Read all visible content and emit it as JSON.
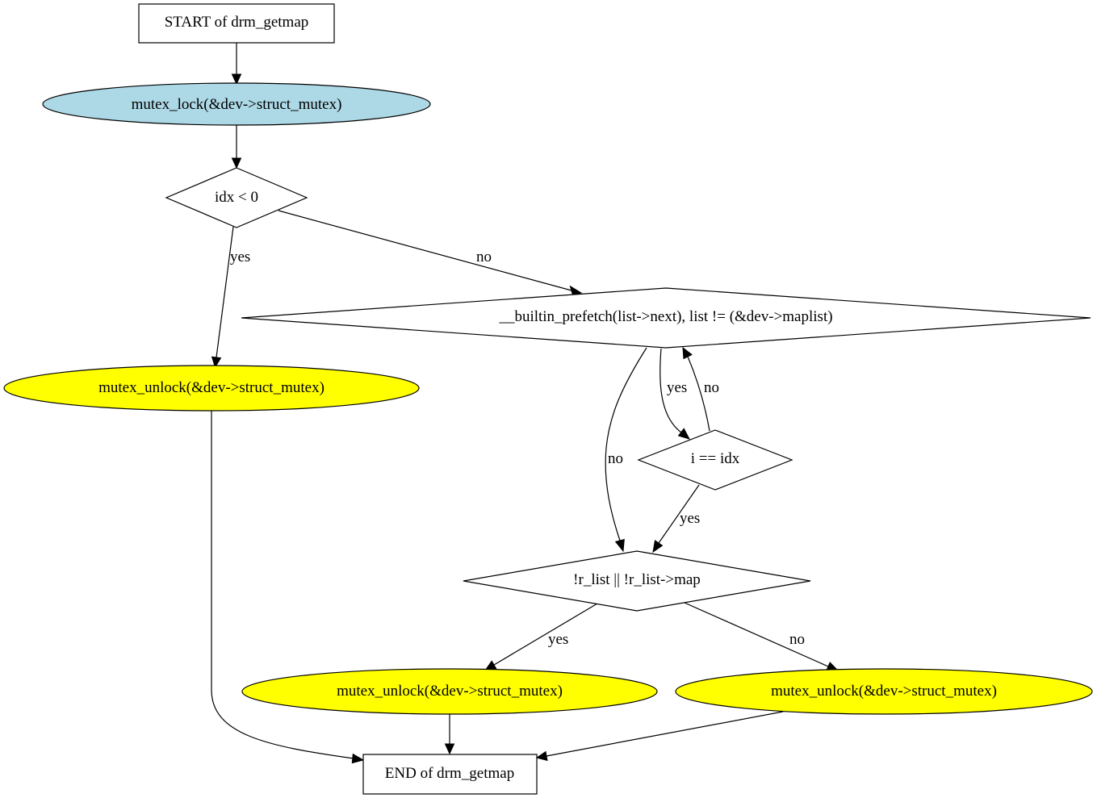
{
  "diagram": {
    "colors": {
      "lock_fill": "#add8e6",
      "unlock_fill": "#ffff00",
      "box_fill": "#ffffff",
      "stroke": "#000000"
    },
    "nodes": {
      "start": {
        "label": "START of drm_getmap",
        "shape": "box"
      },
      "lock": {
        "label": "mutex_lock(&dev->struct_mutex)",
        "shape": "ellipse",
        "fill": "lock_fill"
      },
      "cond_idx": {
        "label": "idx < 0",
        "shape": "diamond"
      },
      "cond_prefetch": {
        "label": "__builtin_prefetch(list->next), list != (&dev->maplist)",
        "shape": "diamond"
      },
      "unlock_1": {
        "label": "mutex_unlock(&dev->struct_mutex)",
        "shape": "ellipse",
        "fill": "unlock_fill"
      },
      "cond_i": {
        "label": "i == idx",
        "shape": "diamond"
      },
      "cond_rlist": {
        "label": "!r_list || !r_list->map",
        "shape": "diamond"
      },
      "unlock_2": {
        "label": "mutex_unlock(&dev->struct_mutex)",
        "shape": "ellipse",
        "fill": "unlock_fill"
      },
      "unlock_3": {
        "label": "mutex_unlock(&dev->struct_mutex)",
        "shape": "ellipse",
        "fill": "unlock_fill"
      },
      "end": {
        "label": "END of drm_getmap",
        "shape": "box"
      }
    },
    "edges": [
      {
        "from": "start",
        "to": "lock",
        "label": ""
      },
      {
        "from": "lock",
        "to": "cond_idx",
        "label": ""
      },
      {
        "from": "cond_idx",
        "to": "unlock_1",
        "label": "yes"
      },
      {
        "from": "cond_idx",
        "to": "cond_prefetch",
        "label": "no"
      },
      {
        "from": "cond_prefetch",
        "to": "cond_i",
        "label": "yes"
      },
      {
        "from": "cond_i",
        "to": "cond_prefetch",
        "label": "no"
      },
      {
        "from": "cond_prefetch",
        "to": "cond_rlist",
        "label": "no"
      },
      {
        "from": "cond_i",
        "to": "cond_rlist",
        "label": "yes"
      },
      {
        "from": "cond_rlist",
        "to": "unlock_2",
        "label": "yes"
      },
      {
        "from": "cond_rlist",
        "to": "unlock_3",
        "label": "no"
      },
      {
        "from": "unlock_1",
        "to": "end",
        "label": ""
      },
      {
        "from": "unlock_2",
        "to": "end",
        "label": ""
      },
      {
        "from": "unlock_3",
        "to": "end",
        "label": ""
      }
    ]
  }
}
